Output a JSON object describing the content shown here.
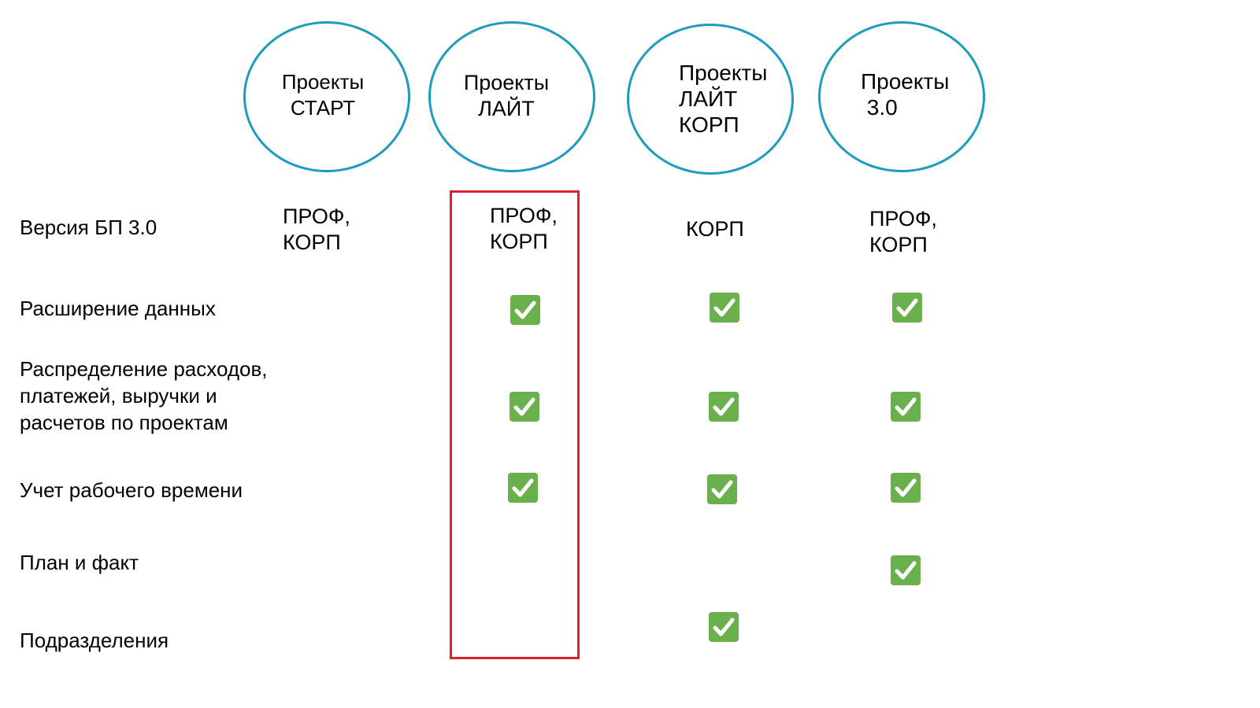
{
  "columns": [
    {
      "label": "Проекты\nСТАРТ"
    },
    {
      "label": "Проекты\nЛАЙТ"
    },
    {
      "label": "Проекты\nЛАЙТ\nКОРП"
    },
    {
      "label": "Проекты\n 3.0"
    }
  ],
  "rows": [
    {
      "label": "Версия БП 3.0"
    },
    {
      "label": "Расширение данных"
    },
    {
      "label": "Распределение расходов,\nплатежей, выручки и\nрасчетов по проектам"
    },
    {
      "label": "Учет рабочего времени"
    },
    {
      "label": "План и факт"
    },
    {
      "label": "Подразделения"
    }
  ],
  "versions": [
    "ПРОФ,\nКОРП",
    "ПРОФ,\nКОРП",
    "КОРП",
    "ПРОФ,\nКОРП"
  ],
  "features": {
    "start": {
      "data_extension": false,
      "distribution": false,
      "time_tracking": false,
      "plan_fact": false,
      "departments": false
    },
    "lite": {
      "data_extension": true,
      "distribution": true,
      "time_tracking": true,
      "plan_fact": false,
      "departments": false
    },
    "corp": {
      "data_extension": true,
      "distribution": true,
      "time_tracking": true,
      "plan_fact": false,
      "departments": true
    },
    "v30": {
      "data_extension": true,
      "distribution": true,
      "time_tracking": true,
      "plan_fact": true,
      "departments": false
    }
  },
  "highlighted_column": "Проекты ЛАЙТ",
  "colors": {
    "circle_border": "#1f9bc0",
    "highlight_border": "#e0202a",
    "check_fill": "#6ab04c",
    "check_mark": "#ffffff"
  },
  "icons": {
    "check": "check-icon"
  }
}
